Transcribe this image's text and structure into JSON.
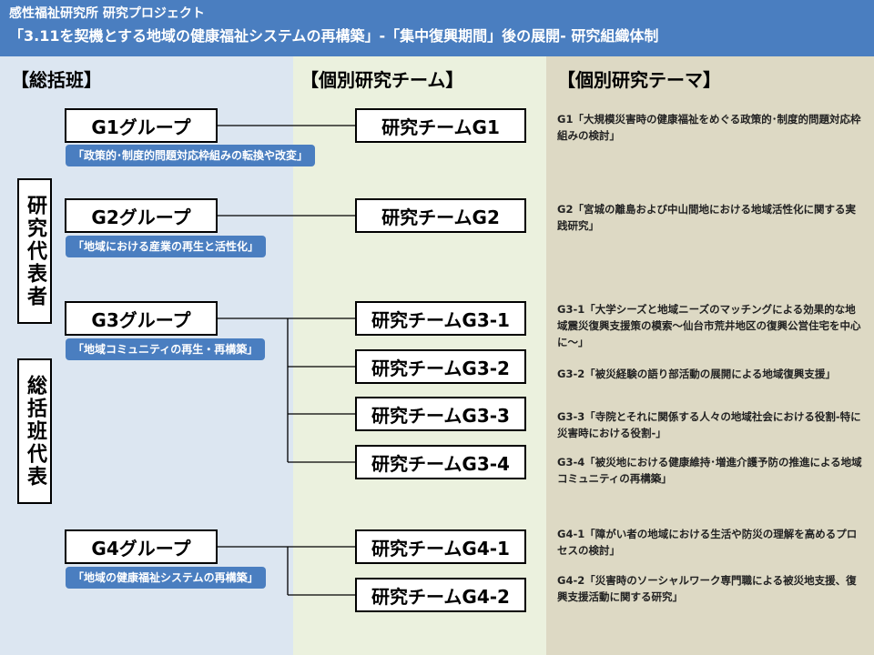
{
  "header": {
    "line1": "感性福祉研究所 研究プロジェクト",
    "line2": "「3.11を契機とする地域の健康福祉システムの再構築」-「集中復興期間」後の展開- 研究組織体制"
  },
  "columns": {
    "a": "【総括班】",
    "b": "【個別研究チーム】",
    "c": "【個別研究テーマ】"
  },
  "side_labels": {
    "representative": "研究代表者",
    "general_rep": "総括班代表"
  },
  "groups": [
    {
      "label": "G1グループ",
      "tag": "「政策的･制度的問題対応枠組みの転換や改変」"
    },
    {
      "label": "G2グループ",
      "tag": "「地域における産業の再生と活性化」"
    },
    {
      "label": "G3グループ",
      "tag": "「地域コミュニティの再生・再構築」"
    },
    {
      "label": "G4グループ",
      "tag": "「地域の健康福祉システムの再構築」"
    }
  ],
  "teams": [
    "研究チームG1",
    "研究チームG2",
    "研究チームG3-1",
    "研究チームG3-2",
    "研究チームG3-3",
    "研究チームG3-4",
    "研究チームG4-1",
    "研究チームG4-2"
  ],
  "themes": [
    "G1「大規模災害時の健康福祉をめぐる政策的･制度的問題対応枠組みの検討」",
    "G2「宮城の離島および中山間地における地域活性化に関する実践研究」",
    "G3-1「大学シーズと地域ニーズのマッチングによる効果的な地域震災復興支援策の模索～仙台市荒井地区の復興公営住宅を中心に～」",
    "G3-2「被災経験の語り部活動の展開による地域復興支援」",
    "G3-3「寺院とそれに関係する人々の地域社会における役割-特に災害時における役割-」",
    "G3-4「被災地における健康維持･増進介護予防の推進による地域コミュニティの再構築」",
    "G4-1「障がい者の地域における生活や防災の理解を高めるプロセスの検討」",
    "G4-2「災害時のソーシャルワーク専門職による被災地支援、復興支援活動に関する研究」"
  ],
  "colors": {
    "header": "#4a7ec0",
    "col_a": "#dce6f1",
    "col_b": "#ebf1de",
    "col_c": "#ddd9c4"
  }
}
